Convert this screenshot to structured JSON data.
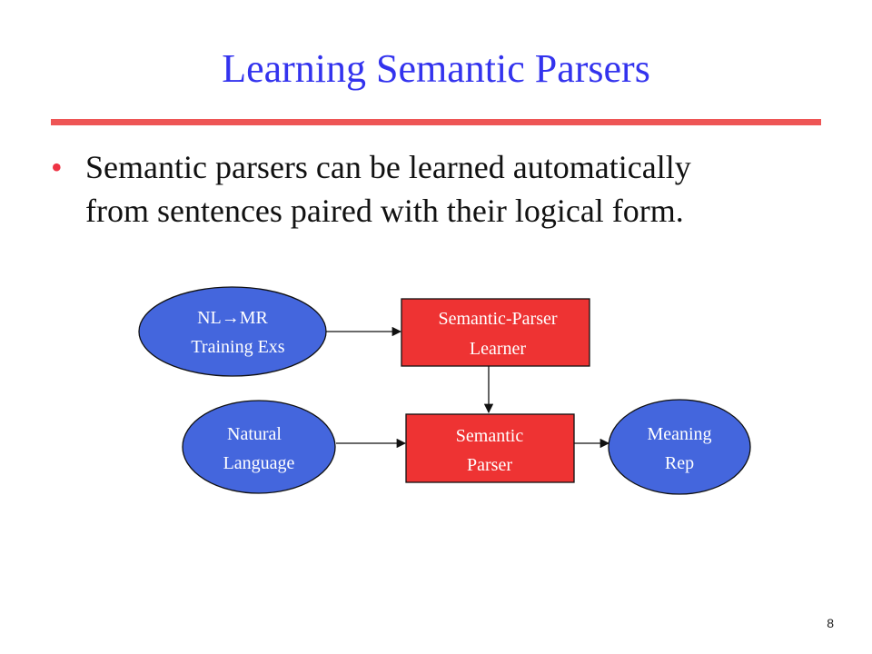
{
  "title": "Learning Semantic Parsers",
  "bullets": [
    {
      "line1": "Semantic parsers can be learned automatically",
      "line2": "from sentences paired with their logical form."
    }
  ],
  "diagram": {
    "nodes": {
      "training": {
        "line1": "NL→MR",
        "line2": "Training Exs"
      },
      "learner": {
        "line1": "Semantic-Parser",
        "line2": "Learner"
      },
      "natural": {
        "line1": "Natural",
        "line2": "Language"
      },
      "parser": {
        "line1": "Semantic",
        "line2": "Parser"
      },
      "meaning": {
        "line1": "Meaning",
        "line2": "Rep"
      }
    },
    "colors": {
      "ellipse_fill": "#4466dd",
      "box_fill": "#ee3333",
      "stroke": "#111111",
      "title": "#3333ee",
      "rule": "#ee5555",
      "bullet": "#ee3344"
    }
  },
  "slide_number": "8"
}
